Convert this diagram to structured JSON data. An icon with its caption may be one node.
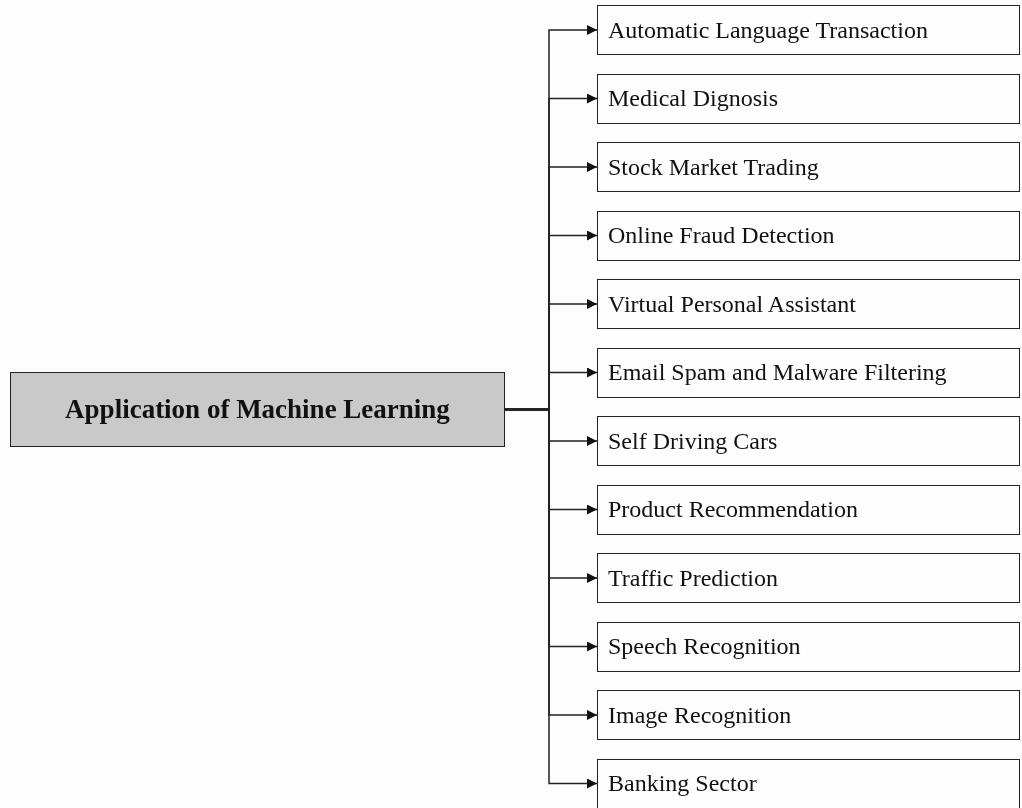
{
  "diagram": {
    "nodes": [
      {
        "text": [
          "Application of Machine Learning"
        ]
      },
      {
        "text": [
          "Automatic Language Transaction"
        ]
      },
      {
        "text": [
          "Medical Dignosis"
        ]
      },
      {
        "text": [
          "Stock Market Trading"
        ]
      },
      {
        "text": [
          "Online Fraud Detection"
        ]
      },
      {
        "text": [
          "Virtual Personal Assistant"
        ]
      },
      {
        "text": [
          "Email Spam and Malware Filtering"
        ]
      },
      {
        "text": [
          "Self Driving Cars"
        ]
      },
      {
        "text": [
          "Product Recommendation"
        ]
      },
      {
        "text": [
          "Traffic Prediction"
        ]
      },
      {
        "text": [
          "Speech Recognition"
        ]
      },
      {
        "text": [
          "Image Recognition"
        ]
      },
      {
        "text": [
          "Banking Sector"
        ]
      }
    ],
    "edges": [
      {
        "from": 0,
        "to": 1,
        "arrow": "to"
      },
      {
        "from": 0,
        "to": 2,
        "arrow": "to"
      },
      {
        "from": 0,
        "to": 3,
        "arrow": "to"
      },
      {
        "from": 0,
        "to": 4,
        "arrow": "to"
      },
      {
        "from": 0,
        "to": 5,
        "arrow": "to"
      },
      {
        "from": 0,
        "to": 6,
        "arrow": "to"
      },
      {
        "from": 0,
        "to": 7,
        "arrow": "to"
      },
      {
        "from": 0,
        "to": 8,
        "arrow": "to"
      },
      {
        "from": 0,
        "to": 9,
        "arrow": "to"
      },
      {
        "from": 0,
        "to": 10,
        "arrow": "to"
      },
      {
        "from": 0,
        "to": 11,
        "arrow": "to"
      },
      {
        "from": 0,
        "to": 12,
        "arrow": "to"
      }
    ]
  }
}
